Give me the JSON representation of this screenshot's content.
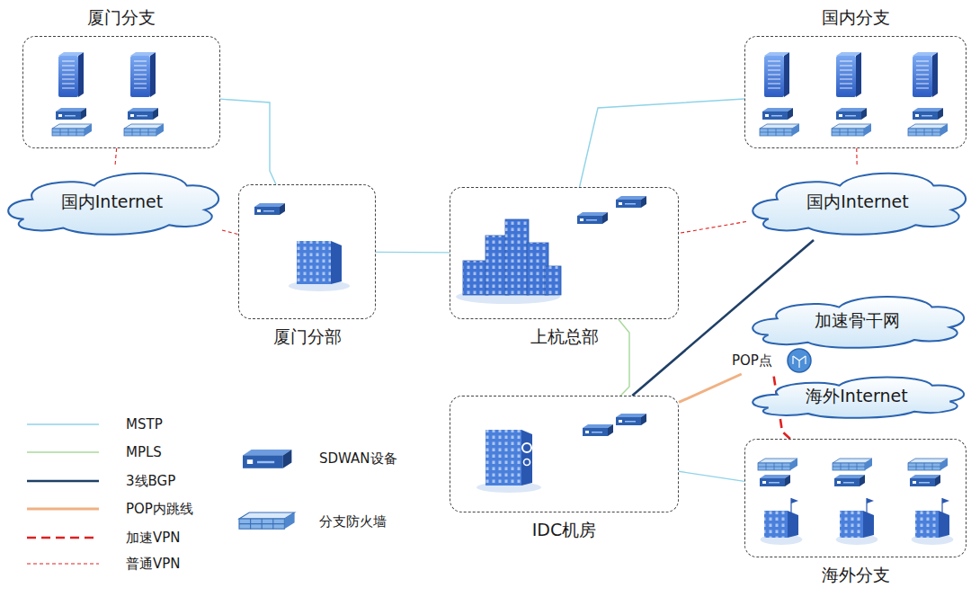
{
  "diagram": {
    "nodes": [
      {
        "text": [
          "厦门分支"
        ]
      },
      {
        "text": [
          "国内Internet"
        ]
      },
      {
        "text": [
          "厦门分部"
        ]
      },
      {
        "text": [
          "上杭总部"
        ]
      },
      {
        "text": [
          "国内分支"
        ]
      },
      {
        "text": [
          "国内Internet"
        ]
      },
      {
        "text": [
          "加速骨干网"
        ]
      },
      {
        "text": [
          "POP点"
        ]
      },
      {
        "text": [
          "海外Internet"
        ]
      },
      {
        "text": [
          "IDC机房"
        ]
      },
      {
        "text": [
          "海外分支"
        ]
      }
    ],
    "edges": [
      {
        "from": 0,
        "to": 2,
        "arrow": "none"
      },
      {
        "from": 0,
        "to": 1,
        "arrow": "none"
      },
      {
        "from": 1,
        "to": 2,
        "arrow": "none"
      },
      {
        "from": 2,
        "to": 3,
        "arrow": "none"
      },
      {
        "from": 3,
        "to": 4,
        "arrow": "none"
      },
      {
        "from": 4,
        "to": 5,
        "arrow": "none"
      },
      {
        "from": 5,
        "to": 3,
        "arrow": "none"
      },
      {
        "from": 3,
        "to": 9,
        "arrow": "none"
      },
      {
        "from": 5,
        "to": 9,
        "arrow": "none"
      },
      {
        "from": 9,
        "to": 7,
        "arrow": "none"
      },
      {
        "from": 10,
        "to": 7,
        "arrow": "none"
      },
      {
        "from": 9,
        "to": 10,
        "arrow": "none"
      }
    ],
    "legend": [
      {
        "text": "MSTP"
      },
      {
        "text": "MPLS"
      },
      {
        "text": "3线BGP"
      },
      {
        "text": "POP内跳线"
      },
      {
        "text": "加速VPN"
      },
      {
        "text": "普通VPN"
      },
      {
        "text": "SDWAN设备"
      },
      {
        "text": "分支防火墙"
      }
    ]
  }
}
